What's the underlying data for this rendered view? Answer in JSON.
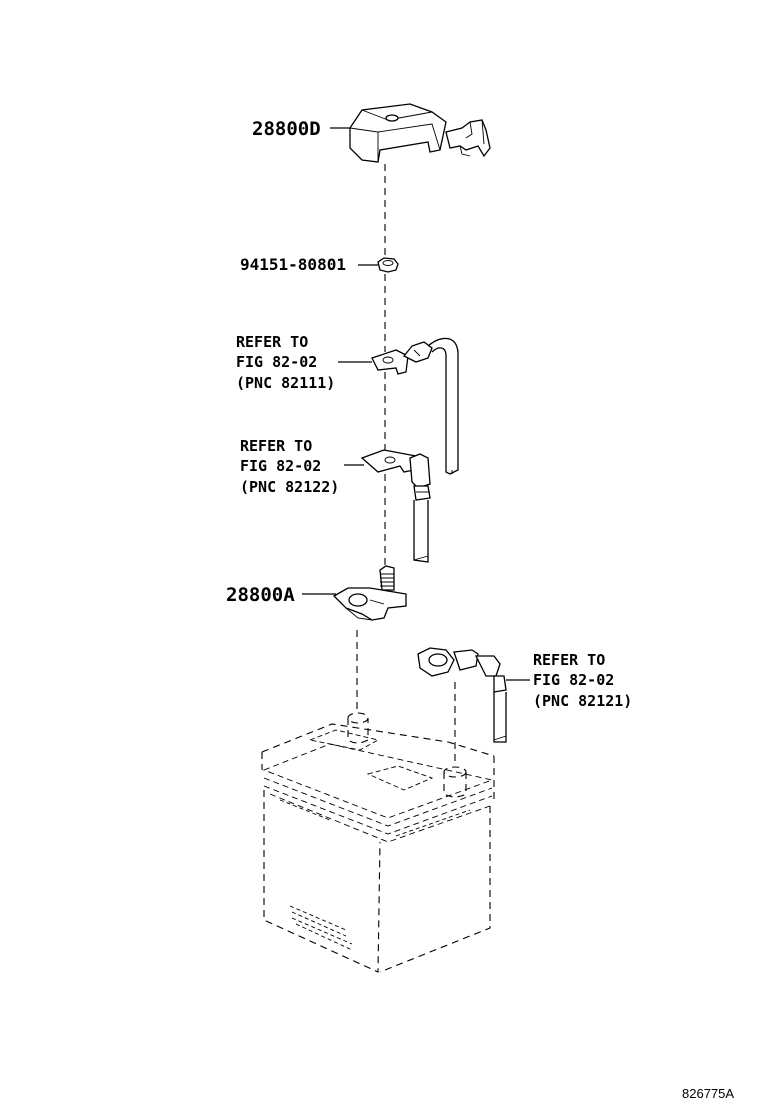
{
  "labels": {
    "cover": "28800D",
    "nut": "94151-80801",
    "clamp": "28800A",
    "ref1": {
      "line1": "REFER TO",
      "line2": "FIG 82-02",
      "line3": "(PNC 82111)"
    },
    "ref2": {
      "line1": "REFER TO",
      "line2": "FIG 82-02",
      "line3": "(PNC 82122)"
    },
    "ref3": {
      "line1": "REFER TO",
      "line2": "FIG 82-02",
      "line3": "(PNC 82121)"
    }
  },
  "figure_id": "826775A"
}
